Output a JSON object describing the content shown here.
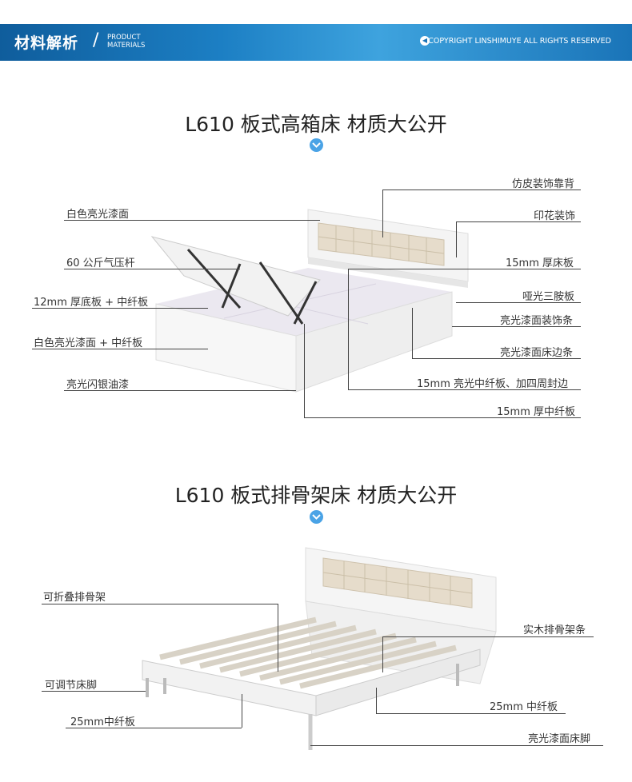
{
  "banner": {
    "title": "材料解析",
    "sub_line1": "PRODUCT",
    "sub_line2": "MATERIALS",
    "copyright": "COPYRIGHT LINSHIMUYE ALL RIGHTS RESERVED"
  },
  "section1": {
    "title": "L610 板式高箱床  材质大公开",
    "labels_left": [
      "白色亮光漆面",
      "60 公斤气压杆",
      "12mm 厚底板 + 中纤板",
      "白色亮光漆面 + 中纤板",
      "亮光闪银油漆"
    ],
    "labels_right": [
      "仿皮装饰靠背",
      "印花装饰",
      "15mm 厚床板",
      "哑光三胺板",
      "亮光漆面装饰条",
      "亮光漆面床边条",
      "15mm 亮光中纤板、加四周封边",
      "15mm 厚中纤板"
    ]
  },
  "section2": {
    "title": "L610 板式排骨架床  材质大公开",
    "labels_left": [
      "可折叠排骨架",
      "可调节床脚",
      "25mm中纤板"
    ],
    "labels_right": [
      "实木排骨架条",
      "25mm 中纤板",
      "亮光漆面床脚"
    ]
  },
  "colors": {
    "accent": "#4aa3e6",
    "banner": "#1c7fc4",
    "cushion": "#e6dccb"
  }
}
